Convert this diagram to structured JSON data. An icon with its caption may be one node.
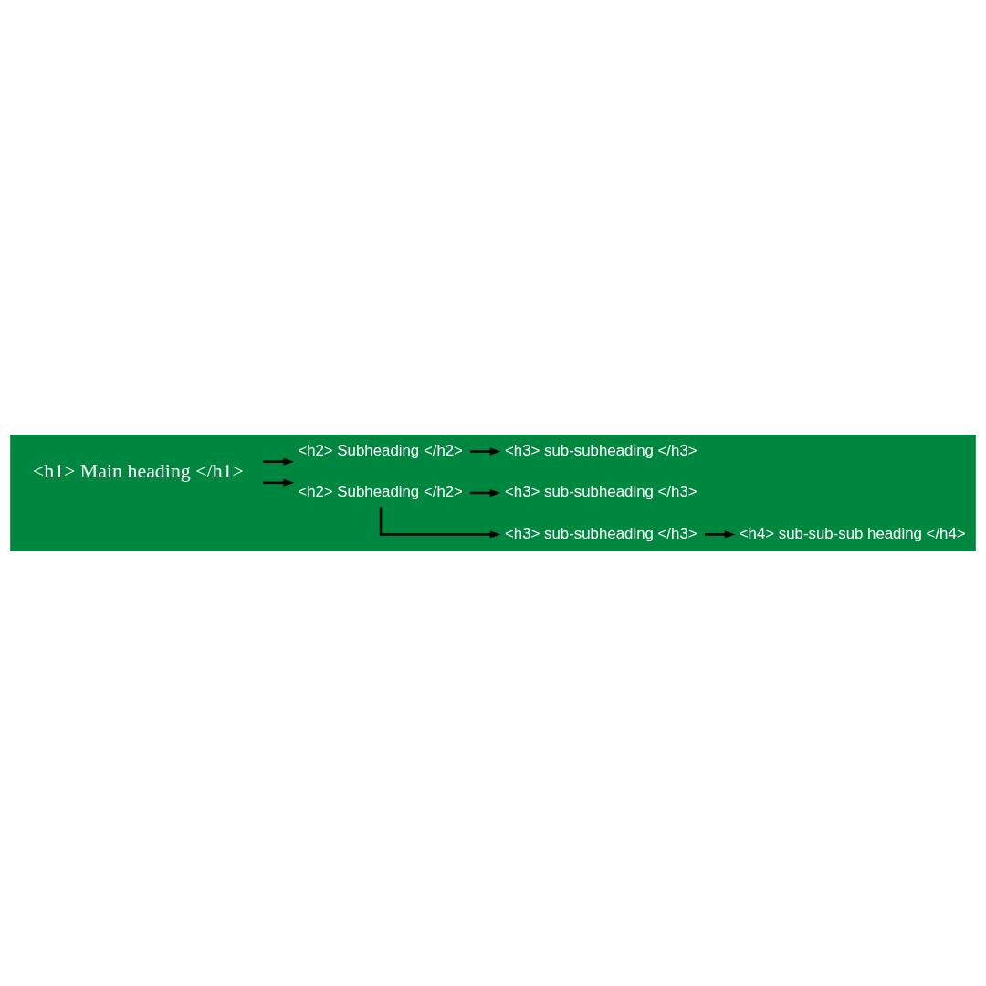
{
  "diagram": {
    "nodes": [
      {
        "text": [
          "<h1> Main heading </h1>"
        ]
      },
      {
        "text": [
          "<h2> Subheading </h2>"
        ]
      },
      {
        "text": [
          "<h3> sub-subheading </h3>"
        ]
      },
      {
        "text": [
          "<h2> Subheading </h2>"
        ]
      },
      {
        "text": [
          "<h3> sub-subheading </h3>"
        ]
      },
      {
        "text": [
          "<h3> sub-subheading </h3>"
        ]
      },
      {
        "text": [
          "<h4> sub-sub-sub heading </h4>"
        ]
      }
    ],
    "edges": [
      {
        "from": 0,
        "to": 1,
        "arrow": "to"
      },
      {
        "from": 0,
        "to": 3,
        "arrow": "to"
      },
      {
        "from": 1,
        "to": 2,
        "arrow": "to"
      },
      {
        "from": 3,
        "to": 4,
        "arrow": "to"
      },
      {
        "from": 3,
        "to": 5,
        "arrow": "to"
      },
      {
        "from": 5,
        "to": 6,
        "arrow": "to"
      }
    ]
  }
}
